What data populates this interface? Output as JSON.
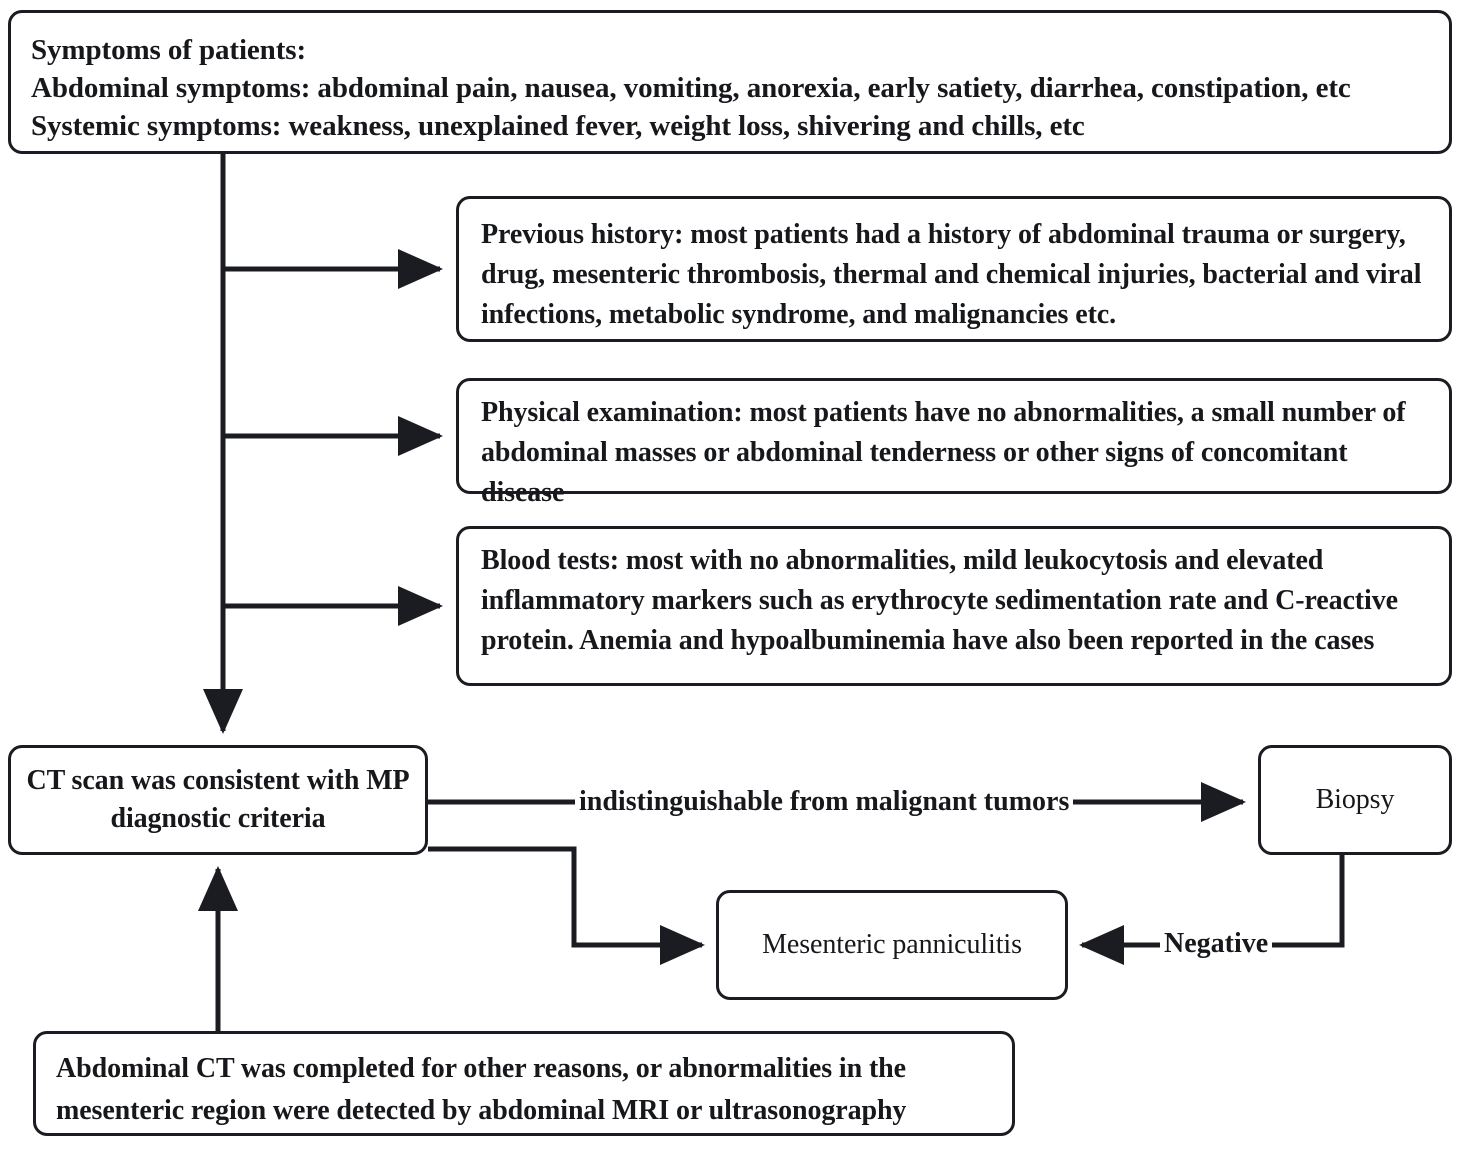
{
  "diagram": {
    "title": "Diagnostic flowchart for mesenteric panniculitis",
    "line_color": "#1b1c21",
    "background": "#ffffff"
  },
  "nodes": {
    "symptoms": {
      "id": "symptoms",
      "text": "Symptoms of patients:\nAbdominal symptoms: abdominal pain, nausea, vomiting, anorexia, early satiety, diarrhea, constipation, etc\nSystemic symptoms: weakness, unexplained fever, weight loss, shivering and chills, etc"
    },
    "history": {
      "id": "previous-history",
      "text": "Previous history: most patients had a history of abdominal trauma or surgery, drug, mesenteric thrombosis, thermal and chemical injuries, bacterial and viral infections, metabolic syndrome, and malignancies etc."
    },
    "physical": {
      "id": "physical-examination",
      "text": "Physical examination: most patients have no abnormalities, a small number of abdominal masses or abdominal tenderness or other signs of concomitant disease"
    },
    "blood": {
      "id": "blood-tests",
      "text": "Blood tests: most with no abnormalities,  mild leukocytosis and elevated inflammatory markers such as erythrocyte sedimentation rate and C-reactive protein. Anemia and hypoalbuminemia have also been reported in the cases"
    },
    "ct": {
      "id": "ct-scan",
      "text": "CT scan was consistent with MP diagnostic criteria"
    },
    "biopsy": {
      "id": "biopsy",
      "text": "Biopsy"
    },
    "mesenteric_panniculitis": {
      "id": "mesenteric-panniculitis",
      "text": "Mesenteric panniculitis"
    },
    "abdominal_ct": {
      "id": "abdominal-ct-other-reasons",
      "text": "Abdominal CT was completed for other reasons, or abnormalities in the mesenteric region were detected by abdominal MRI or ultrasonography"
    }
  },
  "edge_labels": {
    "indistinguishable": "indistinguishable from malignant tumors",
    "negative": "Negative"
  },
  "edges": [
    {
      "from": "symptoms",
      "to": "history",
      "label": ""
    },
    {
      "from": "symptoms",
      "to": "physical",
      "label": ""
    },
    {
      "from": "symptoms",
      "to": "blood",
      "label": ""
    },
    {
      "from": "symptoms",
      "to": "ct",
      "label": ""
    },
    {
      "from": "ct",
      "to": "biopsy",
      "label": "indistinguishable from malignant tumors"
    },
    {
      "from": "ct",
      "to": "mesenteric_panniculitis",
      "label": ""
    },
    {
      "from": "biopsy",
      "to": "mesenteric_panniculitis",
      "label": "Negative"
    },
    {
      "from": "abdominal_ct",
      "to": "ct",
      "label": ""
    }
  ]
}
